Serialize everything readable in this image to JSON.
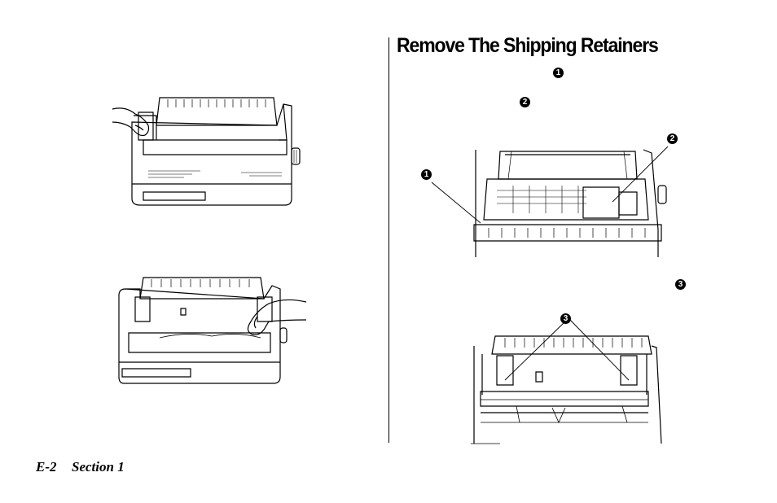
{
  "section": {
    "title": "Remove The Shipping Retainers"
  },
  "callouts": {
    "one": "1",
    "two": "2",
    "three": "3"
  },
  "footer": {
    "page_number": "E-2",
    "section_label": "Section 1"
  }
}
